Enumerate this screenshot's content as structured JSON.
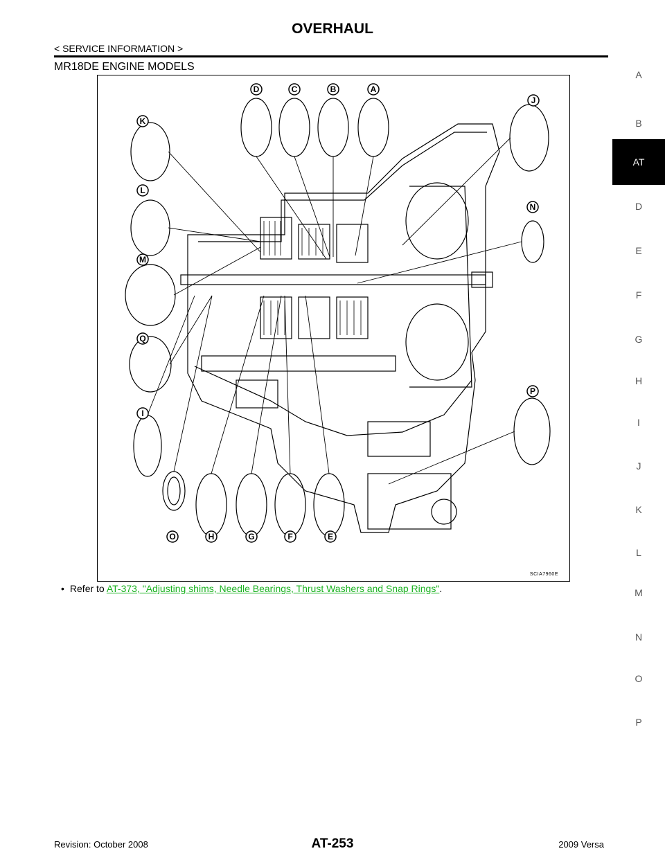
{
  "header": {
    "title": "OVERHAUL",
    "breadcrumb": "< SERVICE INFORMATION >"
  },
  "section": {
    "heading": "MR18DE ENGINE MODELS"
  },
  "figure": {
    "code": "SCIA7960E",
    "callouts": [
      "A",
      "B",
      "C",
      "D",
      "E",
      "F",
      "G",
      "H",
      "I",
      "J",
      "K",
      "L",
      "M",
      "N",
      "O",
      "P",
      "Q"
    ]
  },
  "note": {
    "prefix": "Refer to",
    "link_text": "AT-373, \"Adjusting shims, Needle Bearings, Thrust Washers and Snap Rings\"",
    "suffix": "."
  },
  "side_tabs": [
    "A",
    "B",
    "AT",
    "D",
    "E",
    "F",
    "G",
    "H",
    "I",
    "J",
    "K",
    "L",
    "M",
    "N",
    "O",
    "P"
  ],
  "active_tab": "AT",
  "footer": {
    "revision": "Revision: October 2008",
    "page_number": "AT-253",
    "model": "2009 Versa"
  }
}
